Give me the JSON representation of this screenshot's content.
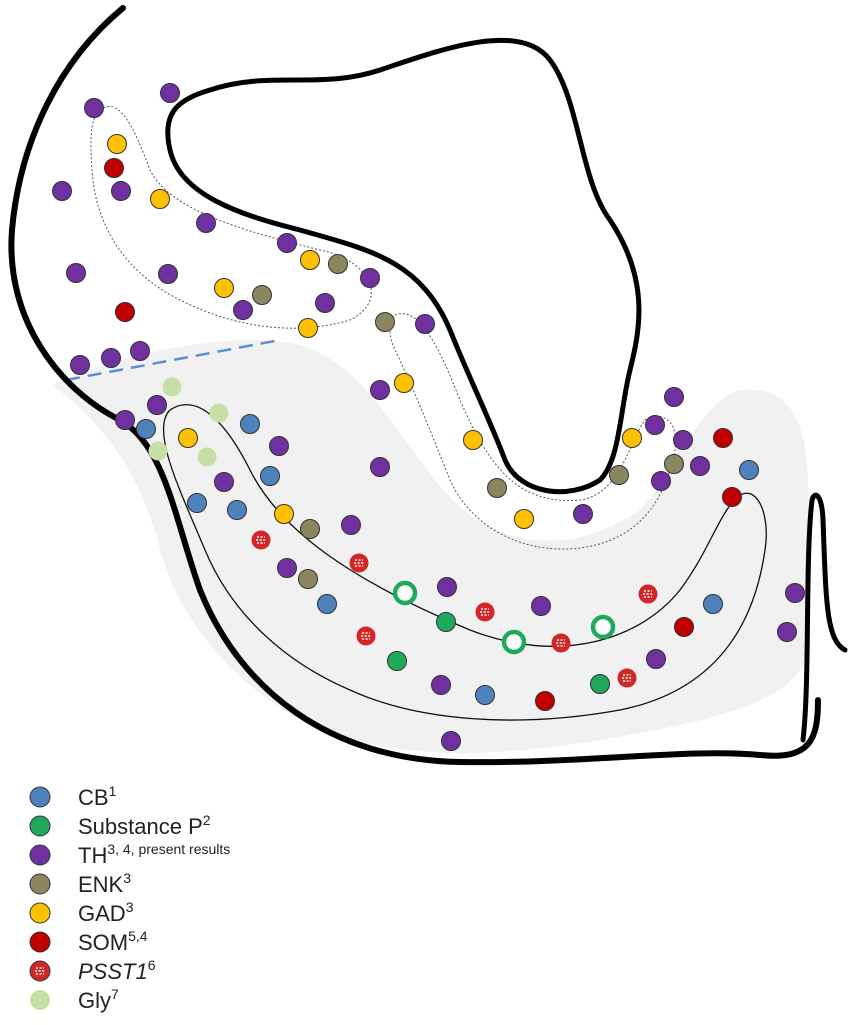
{
  "colors": {
    "CB": "#4f81bd",
    "SubstanceP": "#1eaa5a",
    "TH": "#7030a0",
    "ENK": "#8b8560",
    "GAD": "#ffc000",
    "SOM": "#c00000",
    "PSST1": "#d32626",
    "Gly": "#c5dfa7",
    "shaded_region": "#f1f1f1",
    "outline": "#000000",
    "dashed_line": "#5b8fd1"
  },
  "legend": [
    {
      "key": "CB",
      "name": "CB",
      "sup": "1",
      "italic": false,
      "symbol": "solid"
    },
    {
      "key": "SubstanceP",
      "name": "Substance P",
      "sup": "2",
      "italic": false,
      "symbol": "solid"
    },
    {
      "key": "TH",
      "name": "TH",
      "sup": "3, 4, present results",
      "italic": false,
      "symbol": "solid"
    },
    {
      "key": "ENK",
      "name": "ENK",
      "sup": "3",
      "italic": false,
      "symbol": "solid"
    },
    {
      "key": "GAD",
      "name": "GAD",
      "sup": "3",
      "italic": false,
      "symbol": "solid"
    },
    {
      "key": "SOM",
      "name": "SOM",
      "sup": "5,4",
      "italic": false,
      "symbol": "solid"
    },
    {
      "key": "PSST1",
      "name": "PSST1",
      "sup": "6",
      "italic": true,
      "symbol": "dashed"
    },
    {
      "key": "Gly",
      "name": "Gly",
      "sup": "7",
      "italic": false,
      "symbol": "light"
    }
  ]
}
